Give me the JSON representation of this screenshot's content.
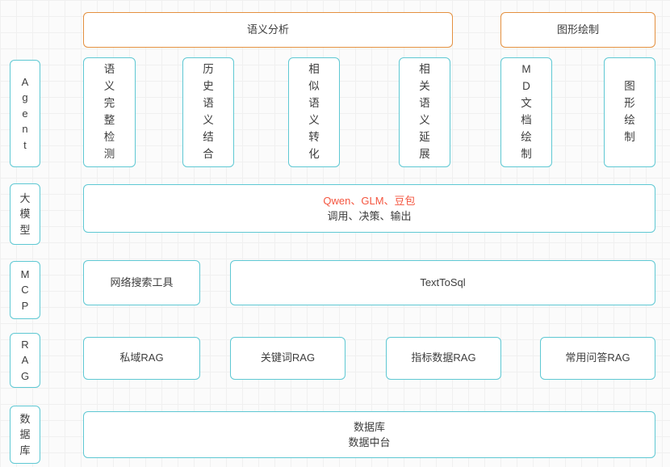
{
  "diagram": {
    "title": "Agent architecture layers",
    "colors": {
      "teal_border": "#5ec8d3",
      "orange_border": "#e4903f",
      "accent_red": "#f4553f",
      "text": "#3d3d3d",
      "canvas_bg": "#fbfbfb",
      "grid_minor": "#f0f0f0",
      "grid_major": "#e9e9e9"
    },
    "headers": [
      {
        "label": "语义分析"
      },
      {
        "label": "图形绘制"
      }
    ],
    "rails": [
      {
        "label": "Agent",
        "chars": [
          "A",
          "g",
          "e",
          "n",
          "t"
        ]
      },
      {
        "label": "大模型",
        "chars": [
          "大",
          "模",
          "型"
        ]
      },
      {
        "label": "MCP",
        "chars": [
          "M",
          "C",
          "P"
        ]
      },
      {
        "label": "RAG",
        "chars": [
          "R",
          "A",
          "G"
        ]
      },
      {
        "label": "数据库",
        "chars": [
          "数",
          "据",
          "库"
        ]
      }
    ],
    "agent_cards": [
      {
        "label": "语义完整检测",
        "chars": [
          "语",
          "义",
          "完",
          "整",
          "检",
          "测"
        ]
      },
      {
        "label": "历史语义结合",
        "chars": [
          "历",
          "史",
          "语",
          "义",
          "结",
          "合"
        ]
      },
      {
        "label": "相似语义转化",
        "chars": [
          "相",
          "似",
          "语",
          "义",
          "转",
          "化"
        ]
      },
      {
        "label": "相关语义延展",
        "chars": [
          "相",
          "关",
          "语",
          "义",
          "延",
          "展"
        ]
      },
      {
        "label": "MD文档绘制",
        "chars": [
          "M",
          "D",
          "文",
          "档",
          "绘",
          "制"
        ]
      },
      {
        "label": "图形绘制",
        "chars": [
          "图",
          "形",
          "绘",
          "制"
        ]
      }
    ],
    "llm_card": {
      "line1": "Qwen、GLM、豆包",
      "line2": "调用、决策、输出"
    },
    "mcp_cards": [
      {
        "label": "网络搜索工具"
      },
      {
        "label": "TextToSql"
      }
    ],
    "rag_cards": [
      {
        "label": "私域RAG"
      },
      {
        "label": "关键词RAG"
      },
      {
        "label": "指标数据RAG"
      },
      {
        "label": "常用问答RAG"
      }
    ],
    "database_card": {
      "line1": "数据库",
      "line2": "数据中台"
    }
  }
}
